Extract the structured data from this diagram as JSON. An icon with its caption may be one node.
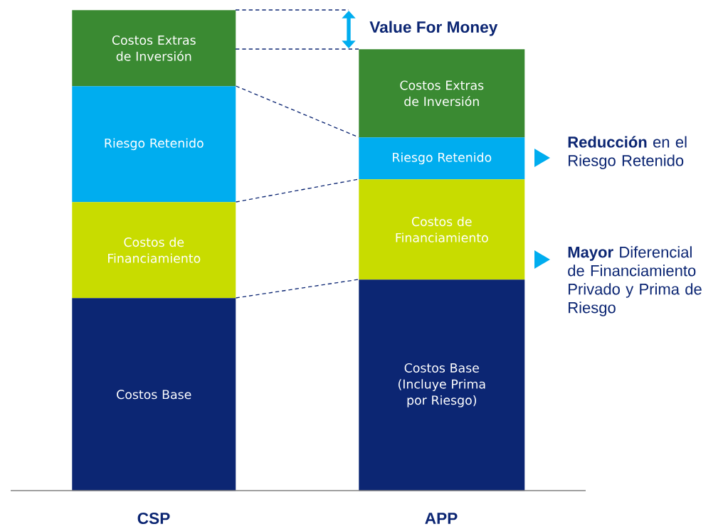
{
  "diagram": {
    "nodes": [
      {
        "text": [
          "Costos Extras de Inversión"
        ]
      },
      {
        "text": [
          "Riesgo Retenido"
        ]
      },
      {
        "text": [
          "Costos de Financiamiento"
        ]
      },
      {
        "text": [
          "Costos Base"
        ]
      },
      {
        "text": [
          "Costos  Extras de Inversión"
        ]
      },
      {
        "text": [
          "Riesgo Retenido"
        ]
      },
      {
        "text": [
          "Costos de Financiamiento"
        ]
      },
      {
        "text": [
          "Costos Base (Incluye Prima por Riesgo)"
        ]
      }
    ],
    "edges": [
      {
        "from": 1,
        "to": 5,
        "arrow": "none",
        "style": "dashed"
      },
      {
        "from": 2,
        "to": 6,
        "arrow": "none",
        "style": "dashed"
      },
      {
        "from": 3,
        "to": 7,
        "arrow": "none",
        "style": "dashed"
      }
    ],
    "labels": [
      "Value For Money",
      "**Reducción** en el Riesgo Retenido",
      "**Mayor** Diferencial de Financiamiento Privado y Prima de Riesgo",
      "CSP",
      "APP"
    ]
  }
}
